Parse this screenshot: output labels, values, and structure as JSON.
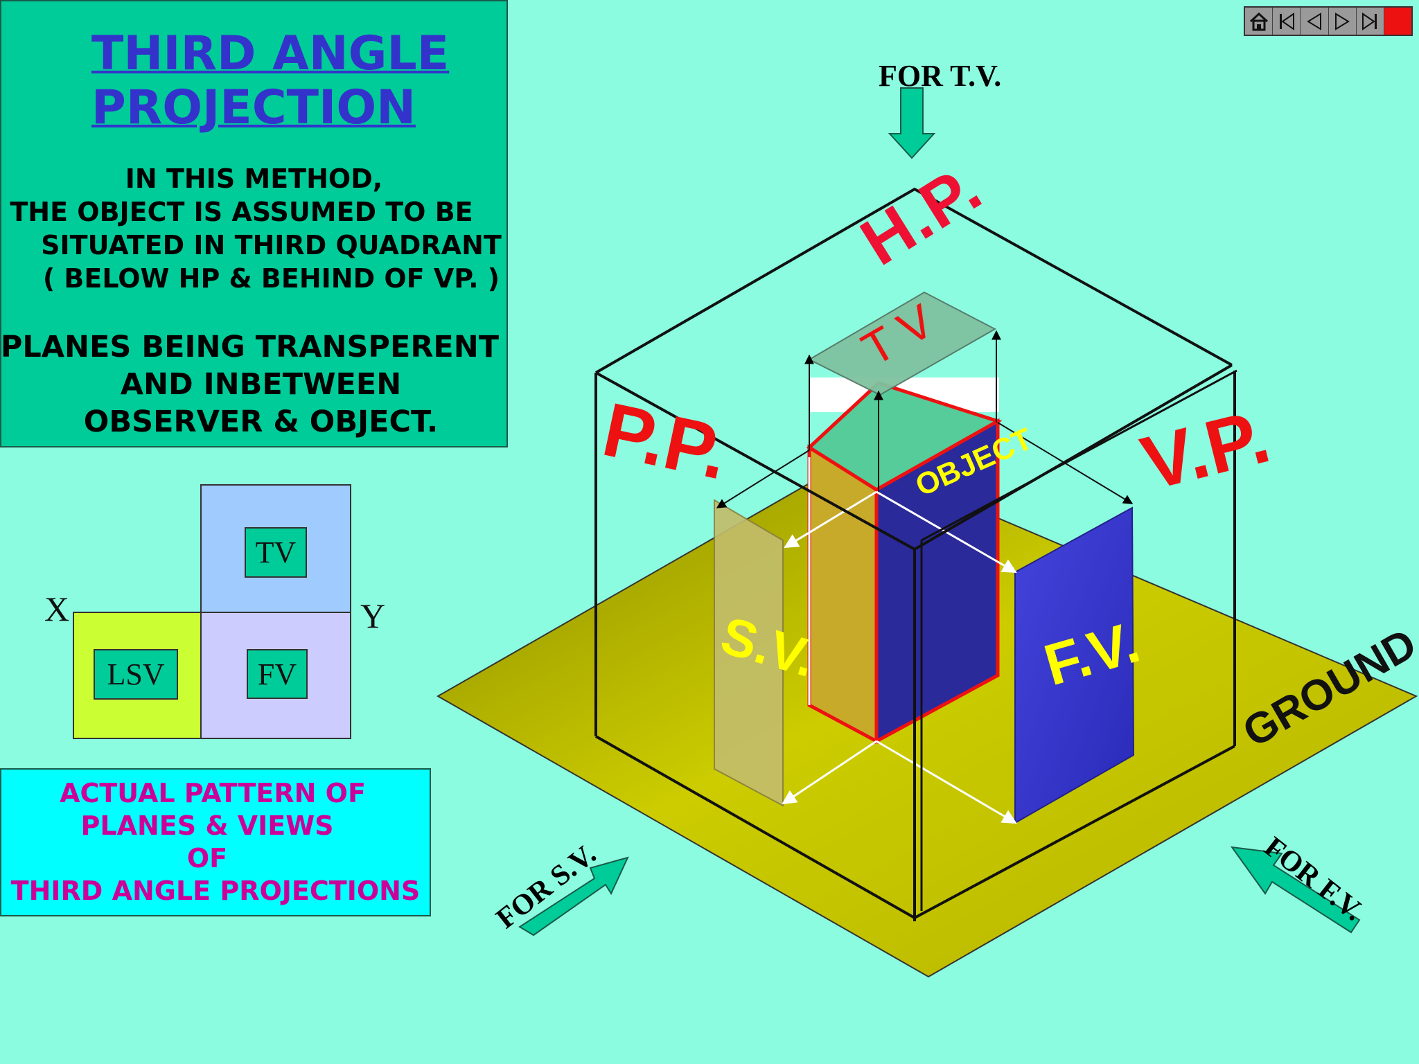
{
  "title": {
    "line1": "THIRD ANGLE ",
    "line2": "PROJECTION"
  },
  "description": {
    "line1": "IN THIS METHOD,",
    "line2": "THE OBJECT IS ASSUMED TO BE",
    "line3": "SITUATED IN THIRD QUADRANT",
    "line4": "( BELOW HP & BEHIND OF VP. )"
  },
  "planes_note": {
    "line1": "PLANES BEING TRANSPERENT",
    "line2": "AND INBETWEEN",
    "line3": "OBSERVER & OBJECT."
  },
  "pattern": {
    "tv": "TV",
    "fv": "FV",
    "lsv": "LSV",
    "x": "X",
    "y": "Y",
    "colors": {
      "tv_bg": "#9fcbff",
      "fv_bg": "#ccccff",
      "lsv_bg": "#ccff33"
    }
  },
  "pattern_caption": {
    "line1": "ACTUAL PATTERN OF",
    "line2": "PLANES & VIEWS",
    "line3": "OF",
    "line4": "THIRD ANGLE PROJECTIONS"
  },
  "scene": {
    "for_tv": "FOR T.V.",
    "for_sv": "FOR S.V.",
    "for_fv": "FOR F.V.",
    "hp": "H.P.",
    "pp": "P.P.",
    "vp": "V.P.",
    "tv": "T V",
    "object": "OBJECT",
    "sv": "S.V.",
    "fv": "F.V.",
    "ground": "GROUND"
  },
  "navigation": {
    "icons": [
      "home-icon",
      "first-slide-icon",
      "previous-slide-icon",
      "next-slide-icon",
      "last-slide-icon",
      "end-show-icon"
    ]
  },
  "colors": {
    "background": "#8cfce0",
    "title_panel": "#00cc99",
    "title_text": "#3333cc",
    "caption_panel": "#00ffff",
    "caption_text": "#cc0099",
    "plane_labels": "#ee1133",
    "ground": "#cccc00",
    "fv_plane": "#3333cc",
    "view_labels": "#ffff00"
  }
}
